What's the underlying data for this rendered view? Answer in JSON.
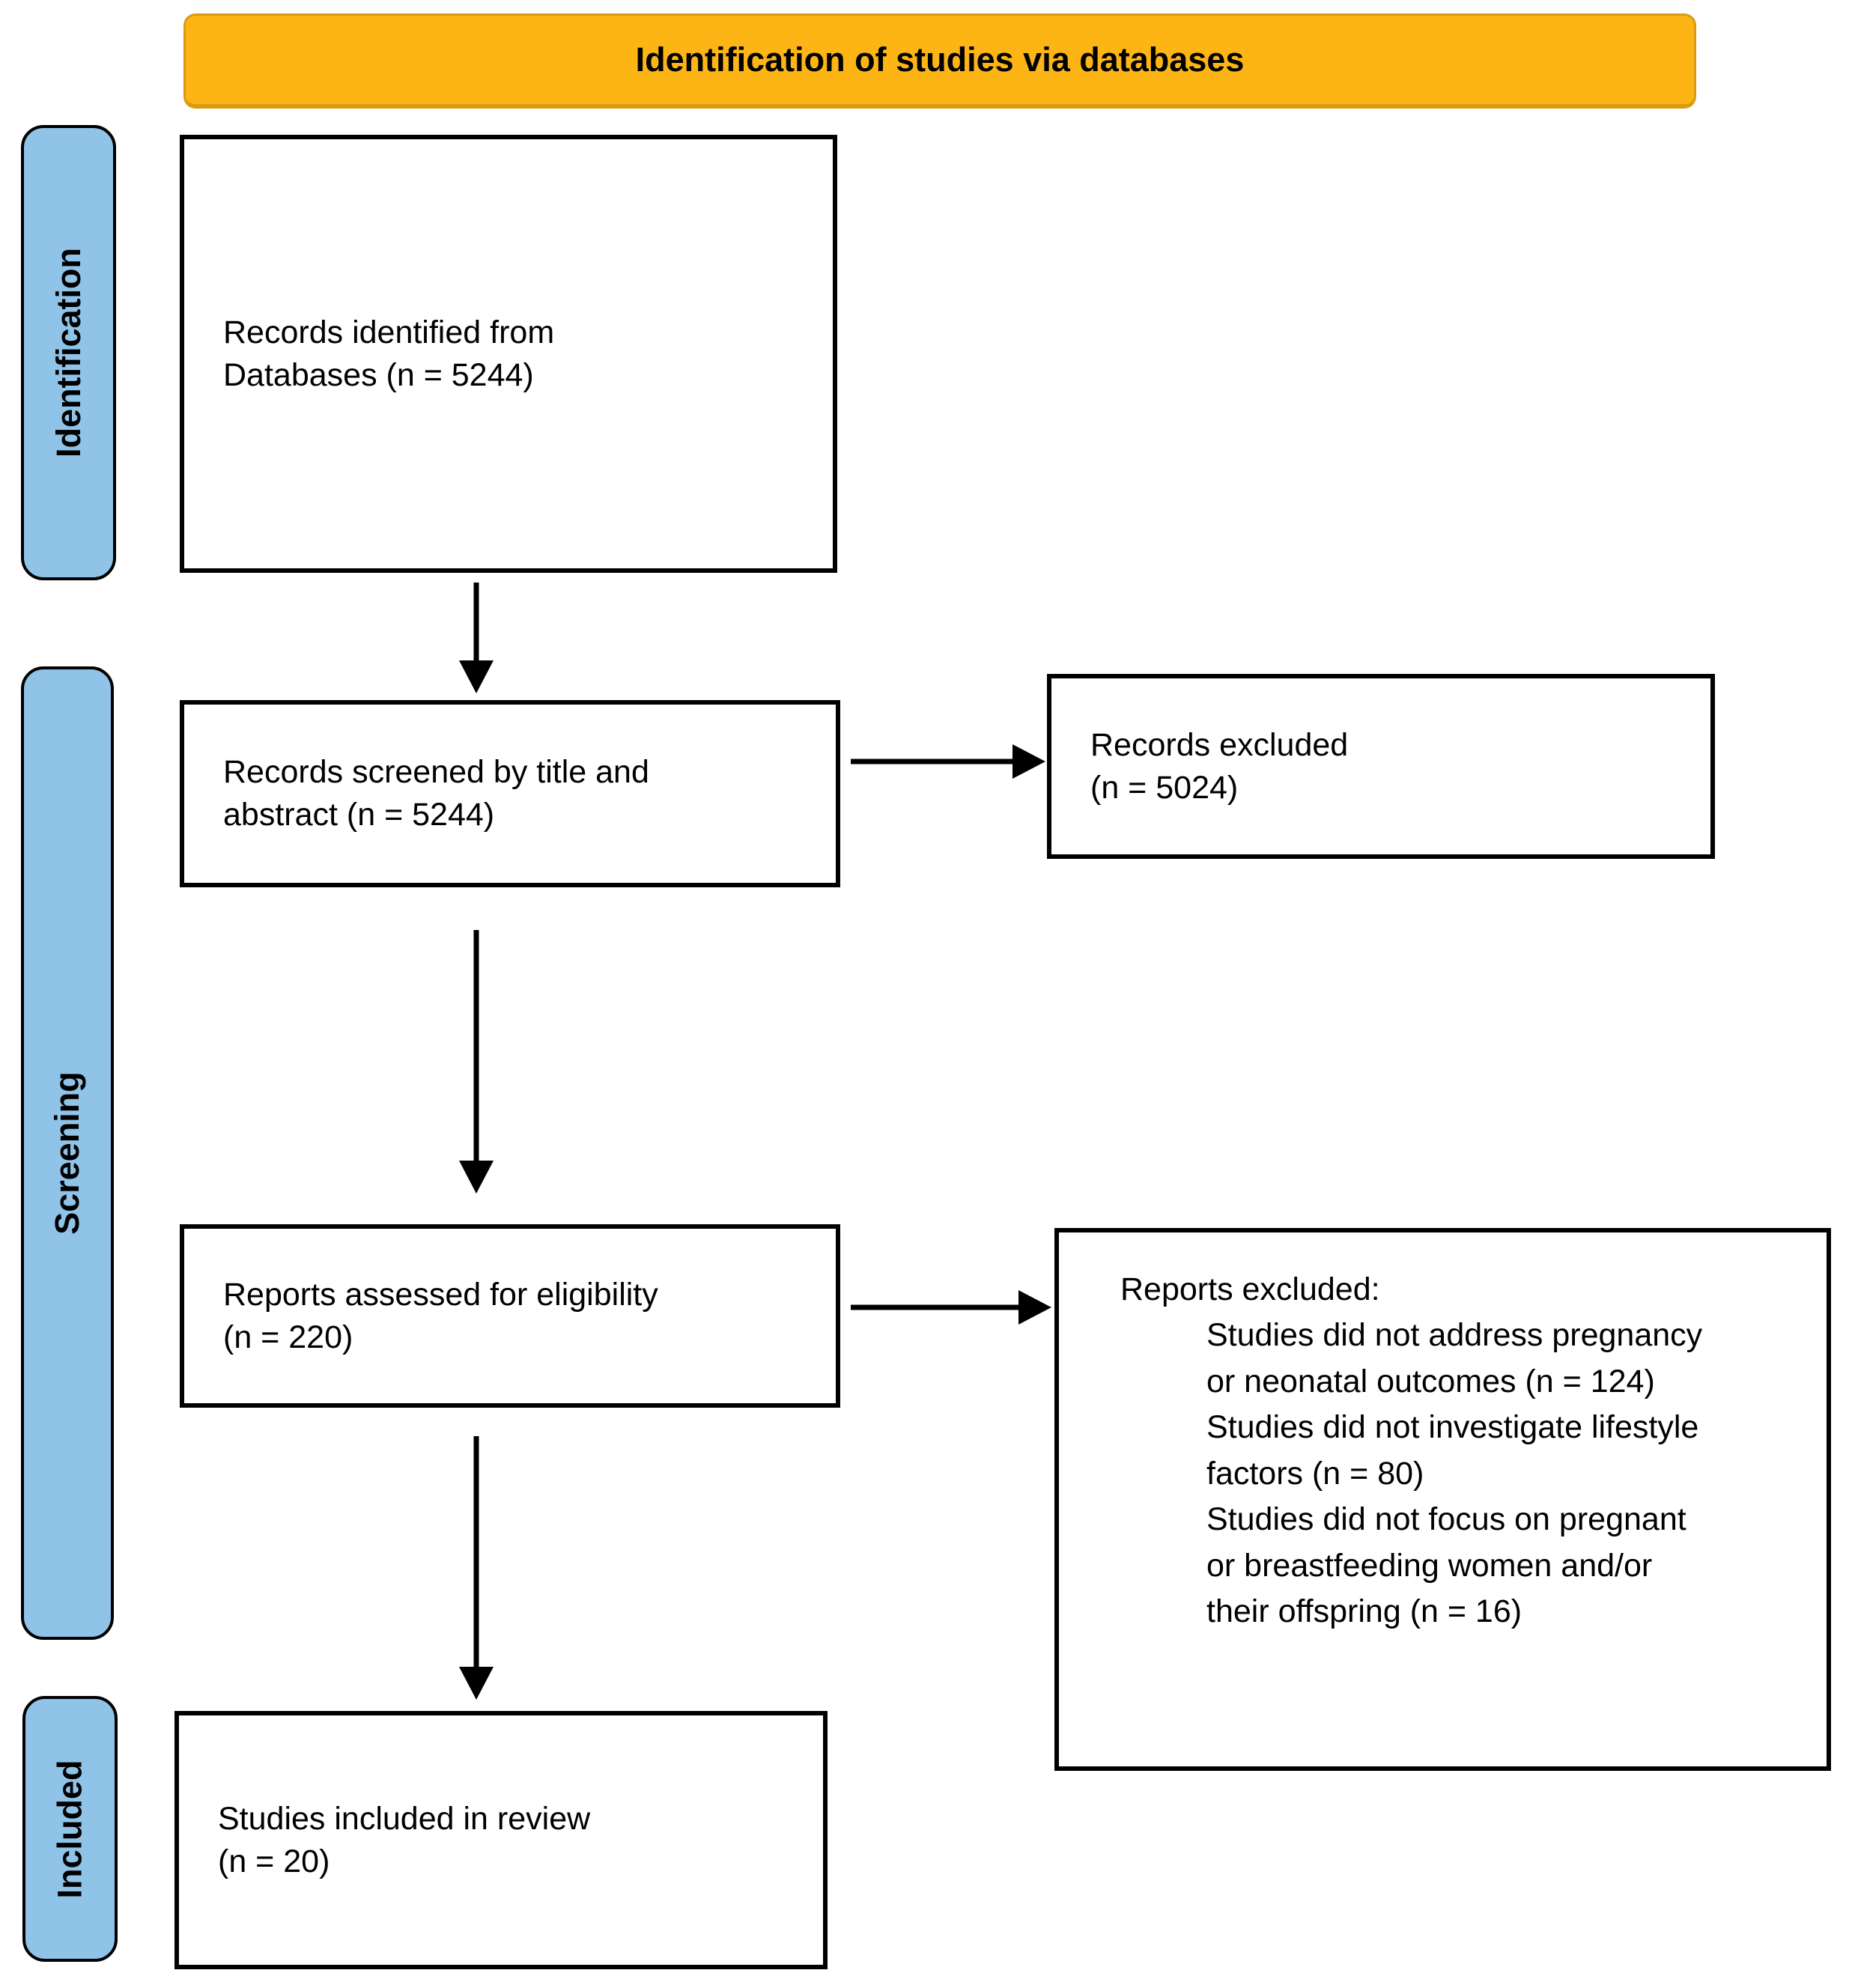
{
  "banner": {
    "label": "Identification of studies via databases"
  },
  "stages": {
    "identification": {
      "label": "Identification"
    },
    "screening": {
      "label": "Screening"
    },
    "included": {
      "label": "Included"
    }
  },
  "boxes": {
    "records_identified": {
      "lines": [
        "Records identified from",
        "Databases (n = 5244)"
      ]
    },
    "records_screened": {
      "lines": [
        "Records screened by title and",
        "abstract (n = 5244)"
      ]
    },
    "records_excluded": {
      "lines": [
        "Records excluded",
        "(n = 5024)"
      ]
    },
    "reports_assessed": {
      "lines": [
        "Reports assessed for eligibility",
        "(n = 220)"
      ]
    },
    "reports_excluded": {
      "title": "Reports excluded:",
      "reasons": [
        {
          "lines": [
            "Studies did not address pregnancy",
            "or neonatal outcomes (n = 124)"
          ]
        },
        {
          "lines": [
            "Studies did not investigate lifestyle",
            "factors (n = 80)"
          ]
        },
        {
          "lines": [
            "Studies did not focus on pregnant",
            "or breastfeeding women and/or",
            "their offspring (n = 16)"
          ]
        }
      ]
    },
    "studies_included": {
      "lines": [
        "Studies included in review",
        "(n = 20)"
      ]
    }
  },
  "colors": {
    "banner_fill": "#FCB515",
    "banner_border": "#D99C10",
    "stage_fill": "#8FC3E8",
    "box_border": "#000000",
    "text": "#000000"
  }
}
